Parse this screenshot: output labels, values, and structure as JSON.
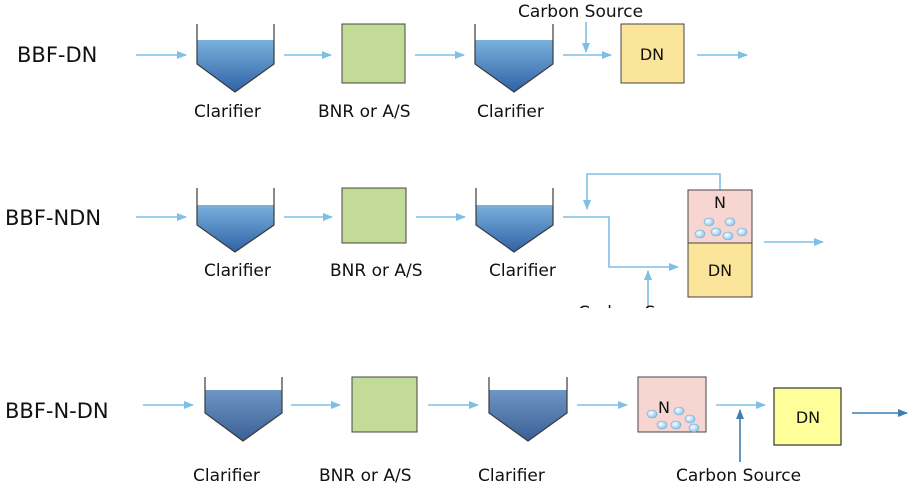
{
  "rows": [
    {
      "label": "BBF-DN",
      "clarifier1": "Clarifier",
      "bnr": "BNR or A/S",
      "clarifier2": "Clarifier",
      "dn": "DN",
      "carbon": "Carbon Source"
    },
    {
      "label": "BBF-NDN",
      "clarifier1": "Clarifier",
      "bnr": "BNR or A/S",
      "clarifier2": "Clarifier",
      "n": "N",
      "dn": "DN",
      "carbon": "Carbon Source"
    },
    {
      "label": "BBF-N-DN",
      "clarifier1": "Clarifier",
      "bnr": "BNR or A/S",
      "clarifier2": "Clarifier",
      "n": "N",
      "dn": "DN",
      "carbon": "Carbon Source"
    }
  ],
  "colors": {
    "arrow": "#7fbfe6",
    "arrow_dark": "#3b7fb5",
    "bnr_fill": "#c2dc98",
    "dn_fill": "#fbe59b",
    "dn_fill_bright": "#ffff99",
    "n_fill": "#f7d6d1"
  }
}
